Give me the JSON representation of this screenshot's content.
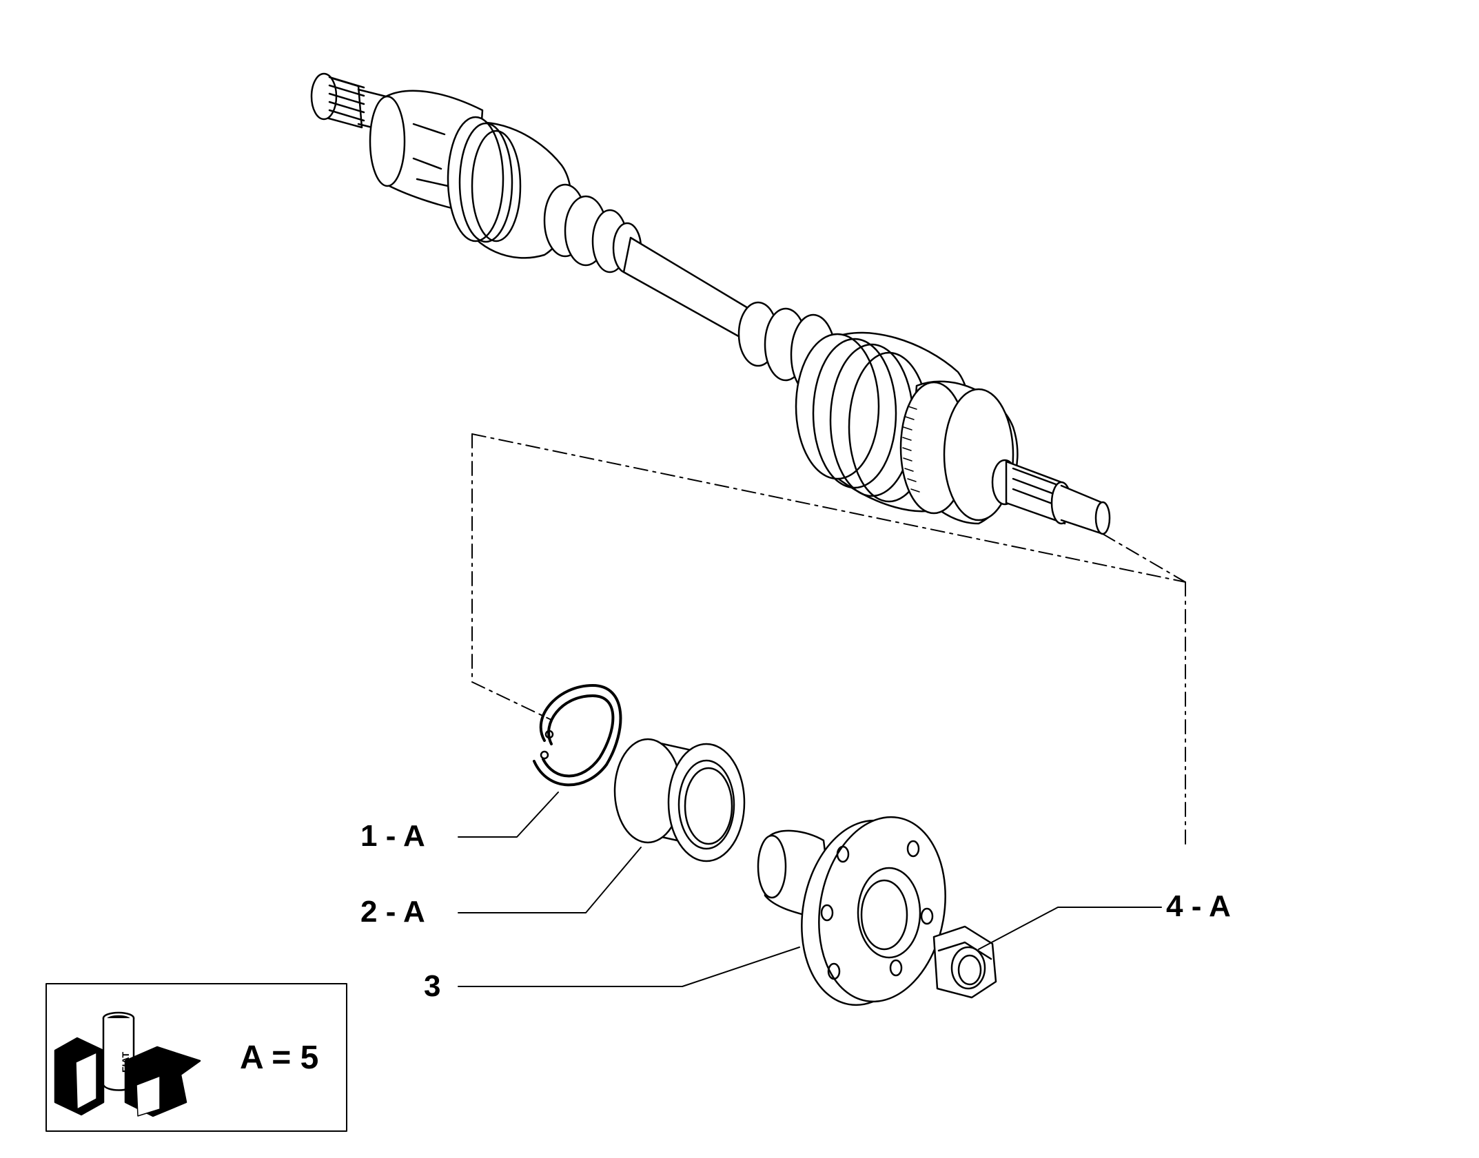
{
  "diagram": {
    "callouts": [
      {
        "id": "ref-1",
        "label": "1 - A"
      },
      {
        "id": "ref-2",
        "label": "2 - A"
      },
      {
        "id": "ref-3",
        "label": "3"
      },
      {
        "id": "ref-4",
        "label": "4 - A"
      }
    ],
    "legend": {
      "text": "A = 5",
      "logo_text": "FIAT"
    }
  },
  "colors": {
    "ink": "#000000",
    "paper": "#ffffff"
  }
}
